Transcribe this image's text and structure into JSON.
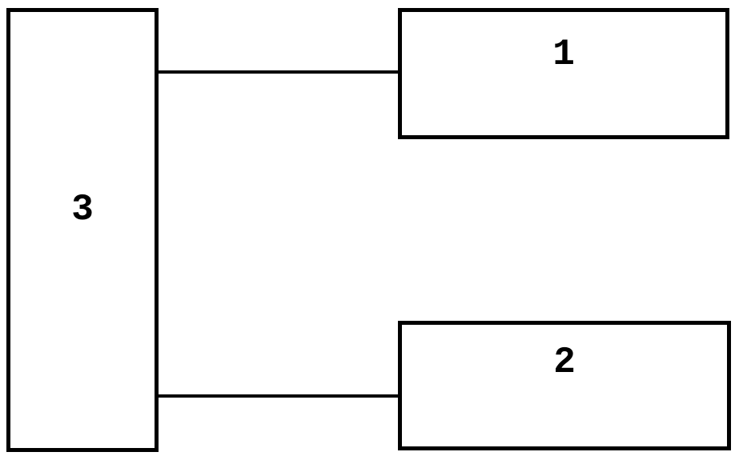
{
  "diagram": {
    "type": "block-diagram",
    "background_color": "#ffffff",
    "stroke_color": "#000000",
    "boxes": [
      {
        "id": "1",
        "label": "1",
        "position": "top-right"
      },
      {
        "id": "2",
        "label": "2",
        "position": "bottom-right"
      },
      {
        "id": "3",
        "label": "3",
        "position": "left"
      }
    ],
    "connections": [
      {
        "from": "3",
        "to": "1",
        "style": "horizontal-line"
      },
      {
        "from": "3",
        "to": "2",
        "style": "horizontal-line"
      }
    ]
  }
}
